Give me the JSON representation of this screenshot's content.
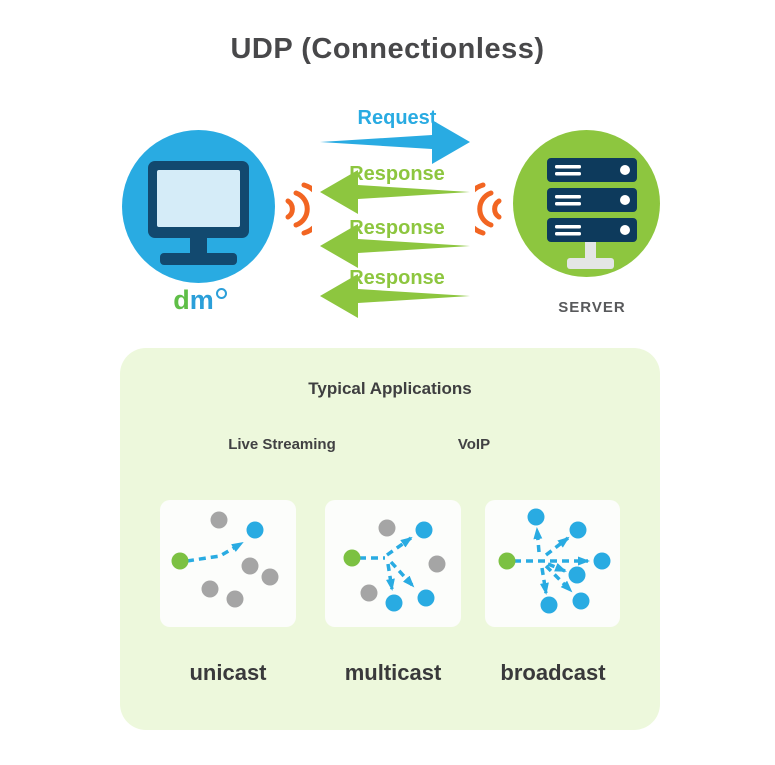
{
  "title": "UDP (Connectionless)",
  "client": {
    "logo": {
      "d": "d",
      "m": "m"
    }
  },
  "server": {
    "label": "SERVER"
  },
  "messages": {
    "request": {
      "label": "Request",
      "direction": "client-to-server"
    },
    "responses": [
      {
        "label": "Response",
        "direction": "server-to-client"
      },
      {
        "label": "Response",
        "direction": "server-to-client"
      },
      {
        "label": "Response",
        "direction": "server-to-client"
      }
    ]
  },
  "applications": {
    "title": "Typical Applications",
    "examples": [
      "Live Streaming",
      "VoIP"
    ],
    "cast_modes": [
      {
        "label": "unicast",
        "targets": 1,
        "idle_nodes": 5
      },
      {
        "label": "multicast",
        "targets": 3,
        "idle_nodes": 3
      },
      {
        "label": "broadcast",
        "targets": 6,
        "idle_nodes": 0
      }
    ]
  },
  "colors": {
    "client_circle": "#29ABE2",
    "server_circle": "#8DC63F",
    "request_arrow": "#29ABE2",
    "response_arrow": "#8DC63F",
    "signal": "#F26522",
    "panel_bg": "#EDF8DC",
    "source_dot": "#7CC142",
    "target_dot": "#29ABE2",
    "idle_dot": "#A5A5A5",
    "monitor_frame": "#12496F",
    "server_unit": "#0D3A5C"
  }
}
